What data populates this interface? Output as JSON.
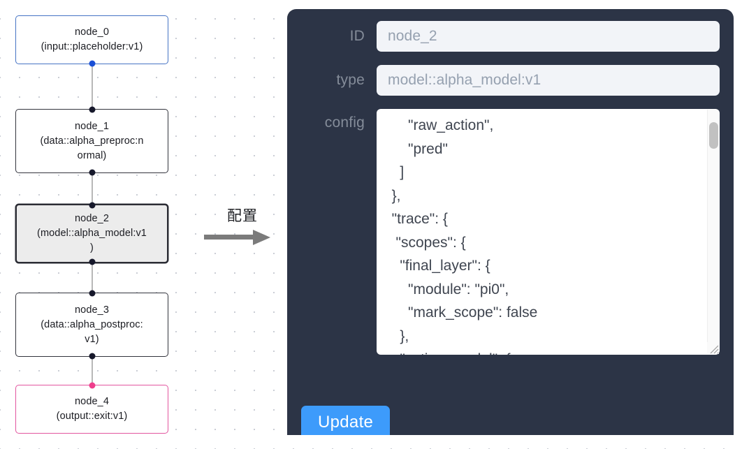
{
  "graph": {
    "nodes": [
      {
        "id": "node_0",
        "title": "node_0",
        "subtitle_lines": [
          "(input::placeholder:v1)"
        ],
        "state": "start"
      },
      {
        "id": "node_1",
        "title": "node_1",
        "subtitle_lines": [
          "(data::alpha_preproc:n",
          "ormal)"
        ],
        "state": "normal"
      },
      {
        "id": "node_2",
        "title": "node_2",
        "subtitle_lines": [
          "(model::alpha_model:v1",
          ")"
        ],
        "state": "selected"
      },
      {
        "id": "node_3",
        "title": "node_3",
        "subtitle_lines": [
          "(data::alpha_postproc:",
          "v1)"
        ],
        "state": "normal"
      },
      {
        "id": "node_4",
        "title": "node_4",
        "subtitle_lines": [
          "(output::exit:v1)"
        ],
        "state": "end"
      }
    ],
    "colors": {
      "start_border": "#4674c4",
      "end_border": "#e2559f",
      "node_border": "#33343d",
      "selected_bg": "#ececec",
      "port": "#16182b",
      "port_start": "#1a4fd6",
      "port_end": "#ef3e8c",
      "edge": "#b8b8b8",
      "dot_grid": "#c9ccd4"
    }
  },
  "annotation": {
    "label": "配置",
    "arrow_icon": "right-arrow-icon",
    "arrow_color": "#7b7b7b"
  },
  "config_panel": {
    "background": "#2c3446",
    "fields": {
      "id": {
        "label": "ID",
        "value": "node_2"
      },
      "type": {
        "label": "type",
        "value": "model::alpha_model:v1"
      },
      "config": {
        "label": "config",
        "value": "      \"raw_action\",\n      \"pred\"\n    ]\n  },\n  \"trace\": {\n   \"scopes\": {\n    \"final_layer\": {\n      \"module\": \"pi0\",\n      \"mark_scope\": false\n    },\n    \"action_model\": {"
      }
    },
    "update_button": {
      "label": "Update",
      "color": "#3d9bfb"
    },
    "scrollbar": {
      "thumb_color": "#c1c1c1"
    }
  }
}
